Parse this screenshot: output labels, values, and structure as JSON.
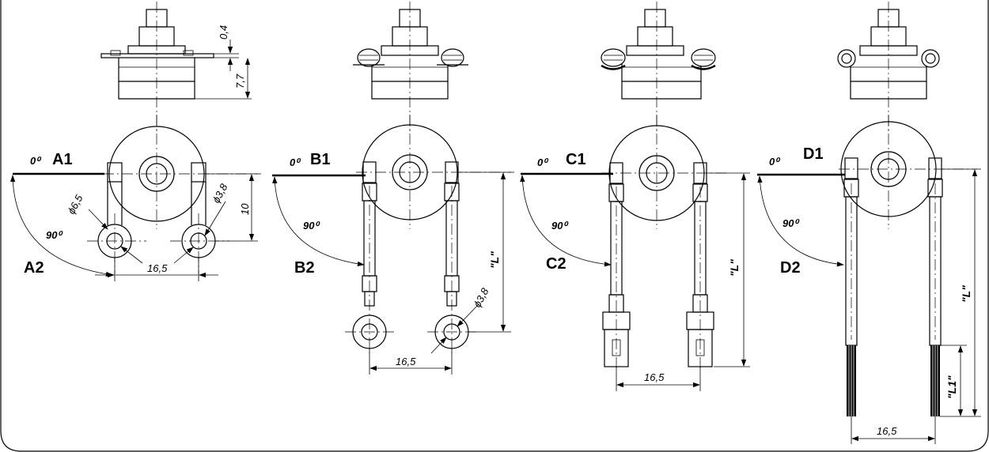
{
  "variants": [
    {
      "id": "A",
      "top_label": "A1",
      "bottom_label": "A2",
      "zero_angle": "0⁰",
      "right_angle": "90⁰",
      "pitch": "16,5",
      "hole_outer_dia": "ϕ6,5",
      "hole_inner_dia": "ϕ3,8",
      "drop": "10"
    },
    {
      "id": "B",
      "top_label": "B1",
      "bottom_label": "B2",
      "zero_angle": "0⁰",
      "right_angle": "90⁰",
      "pitch": "16,5",
      "hole_dia": "ϕ3,8",
      "length": "\"L\""
    },
    {
      "id": "C",
      "top_label": "C1",
      "bottom_label": "C2",
      "zero_angle": "0⁰",
      "right_angle": "90⁰",
      "pitch": "16,5",
      "length": "\"L\""
    },
    {
      "id": "D",
      "top_label": "D1",
      "bottom_label": "D2",
      "zero_angle": "0⁰",
      "right_angle": "90⁰",
      "pitch": "16,5",
      "length": "\"L\"",
      "strip_length": "\"L1\""
    }
  ],
  "side_view_dims": {
    "flange_thickness": "0,4",
    "height": "7,7"
  }
}
